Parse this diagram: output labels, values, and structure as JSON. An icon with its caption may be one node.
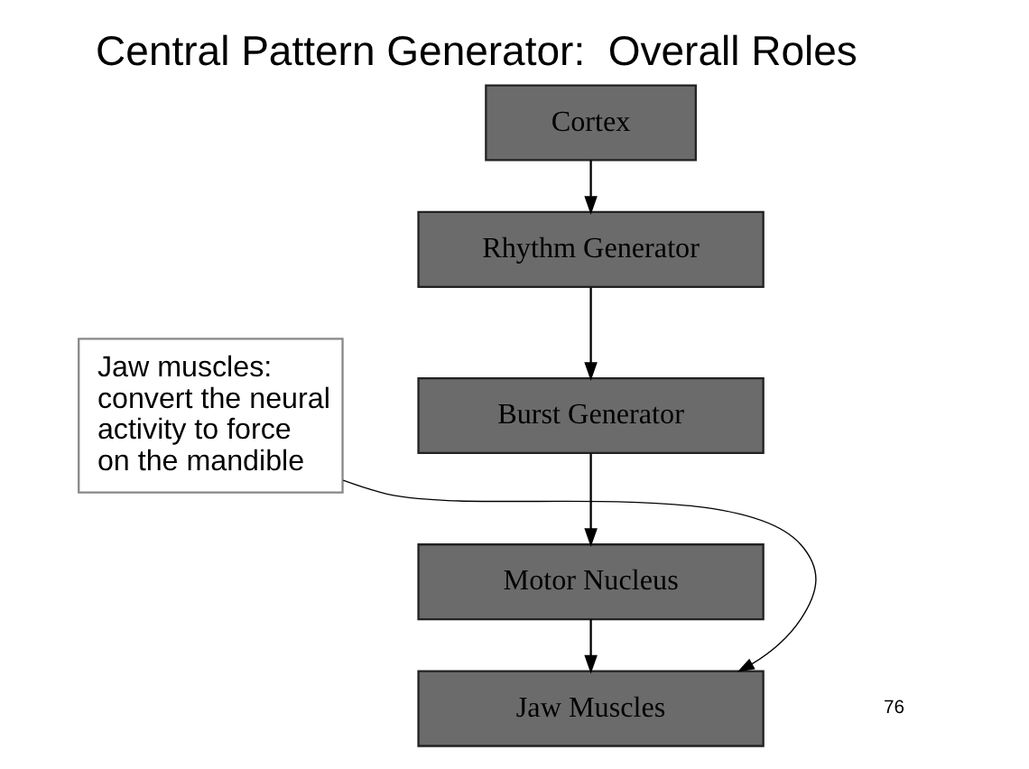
{
  "diagram": {
    "title": "Central Pattern Generator:  Overall Roles",
    "nodes": [
      {
        "text": [
          "Cortex"
        ]
      },
      {
        "text": [
          "Rhythm Generator"
        ]
      },
      {
        "text": [
          "Burst Generator"
        ]
      },
      {
        "text": [
          "Motor Nucleus"
        ]
      },
      {
        "text": [
          "Jaw Muscles"
        ]
      },
      {
        "text": [
          "Jaw muscles: convert the neural activity to force on the mandible"
        ]
      }
    ],
    "edges": [
      {
        "from": 0,
        "to": 1,
        "arrow": "to"
      },
      {
        "from": 1,
        "to": 2,
        "arrow": "to"
      },
      {
        "from": 2,
        "to": 3,
        "arrow": "to"
      },
      {
        "from": 3,
        "to": 4,
        "arrow": "to"
      },
      {
        "from": 5,
        "to": 4,
        "arrow": "to"
      }
    ],
    "labels": [
      "76"
    ]
  }
}
